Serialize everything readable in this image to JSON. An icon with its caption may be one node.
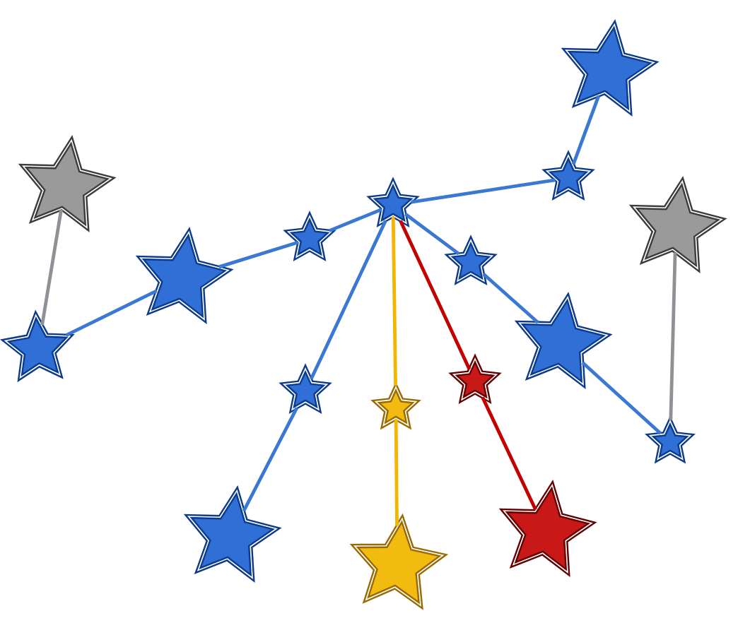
{
  "diagram": {
    "nodes": [
      {
        "text": [],
        "shape": "star"
      },
      {
        "text": [],
        "shape": "star"
      },
      {
        "text": [],
        "shape": "star"
      },
      {
        "text": [],
        "shape": "star"
      },
      {
        "text": [],
        "shape": "star"
      },
      {
        "text": [],
        "shape": "star"
      },
      {
        "text": [],
        "shape": "star"
      },
      {
        "text": [],
        "shape": "star"
      },
      {
        "text": [],
        "shape": "star"
      },
      {
        "text": [],
        "shape": "star"
      },
      {
        "text": [],
        "shape": "star"
      },
      {
        "text": [],
        "shape": "star"
      },
      {
        "text": [],
        "shape": "star"
      },
      {
        "text": [],
        "shape": "star"
      },
      {
        "text": [],
        "shape": "star"
      },
      {
        "text": [],
        "shape": "star"
      },
      {
        "text": [],
        "shape": "star"
      }
    ],
    "edges": [
      {
        "from": 2,
        "to": 9,
        "arrow": "none",
        "color": "#8e9297"
      },
      {
        "from": 9,
        "to": 7,
        "arrow": "none"
      },
      {
        "from": 7,
        "to": 5,
        "arrow": "none"
      },
      {
        "from": 5,
        "to": 3,
        "arrow": "none"
      },
      {
        "from": 3,
        "to": 1,
        "arrow": "none"
      },
      {
        "from": 1,
        "to": 0,
        "arrow": "none"
      },
      {
        "from": 3,
        "to": 6,
        "arrow": "none"
      },
      {
        "from": 6,
        "to": 8,
        "arrow": "none"
      },
      {
        "from": 8,
        "to": 13,
        "arrow": "none"
      },
      {
        "from": 4,
        "to": 13,
        "arrow": "none",
        "color": "#8e9297"
      },
      {
        "from": 3,
        "to": 11,
        "arrow": "none"
      },
      {
        "from": 11,
        "to": 15,
        "arrow": "none"
      },
      {
        "from": 3,
        "to": 12,
        "arrow": "none",
        "color": "#f5b400"
      },
      {
        "from": 12,
        "to": 16,
        "arrow": "none",
        "color": "#f5b400"
      },
      {
        "from": 3,
        "to": 10,
        "arrow": "none",
        "color": "#c40000"
      },
      {
        "from": 10,
        "to": 14,
        "arrow": "none",
        "color": "#c40000"
      }
    ]
  }
}
